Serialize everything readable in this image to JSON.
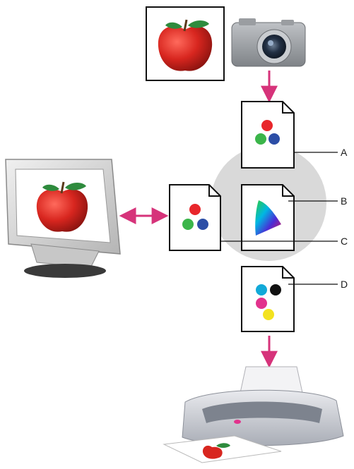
{
  "callouts": [
    {
      "id": "A",
      "label": "A"
    },
    {
      "id": "B",
      "label": "B"
    },
    {
      "id": "C",
      "label": "C"
    },
    {
      "id": "D",
      "label": "D"
    }
  ],
  "colors": {
    "arrow": "#d6337a",
    "halo": "#d9d9d9",
    "rgb": [
      "#e8262b",
      "#3bb54a",
      "#2c4ea6"
    ],
    "cmyk": [
      "#12a9d8",
      "#111111",
      "#e2328c",
      "#f3e21f"
    ],
    "apple": "#d8261f",
    "leaf": "#2e8b3d"
  },
  "icons": [
    "apple-photo",
    "camera-icon",
    "monitor-icon",
    "printer-icon",
    "document-icon",
    "gamut-icon"
  ]
}
